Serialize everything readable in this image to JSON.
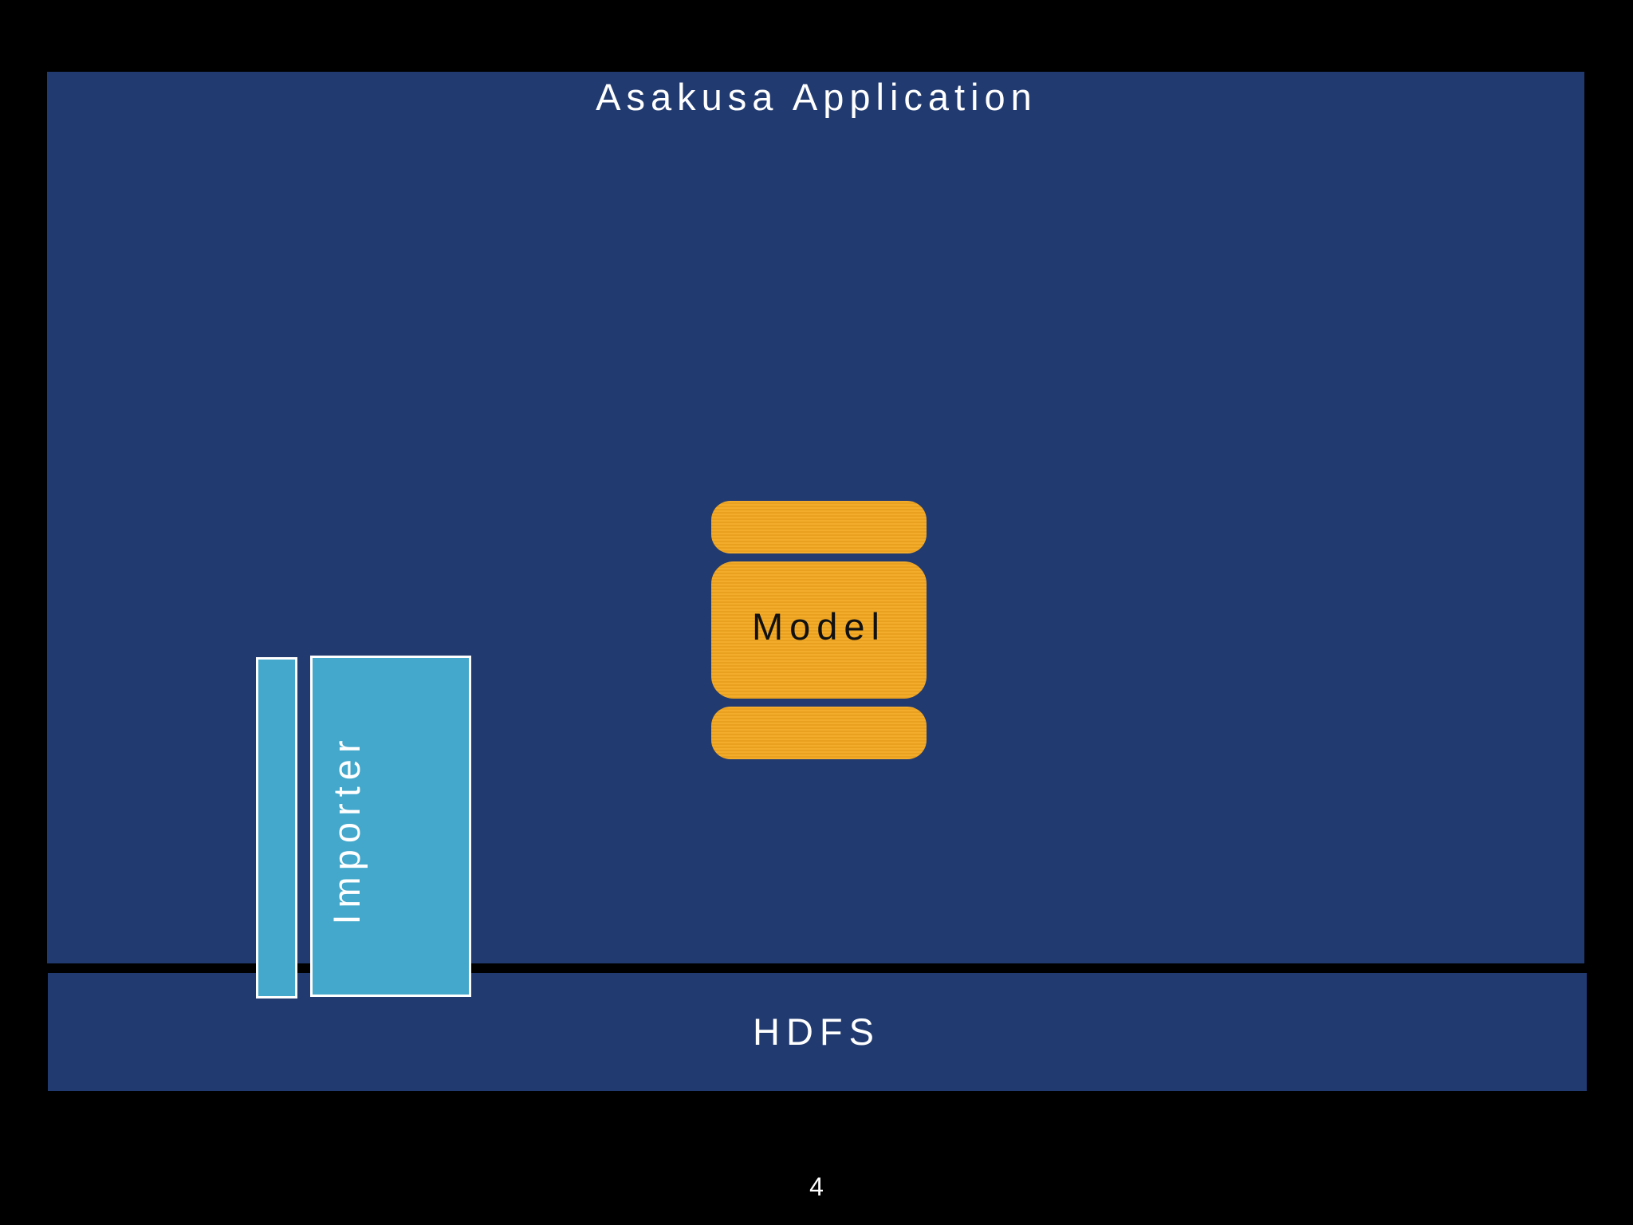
{
  "slide": {
    "app_title": "Asakusa Application",
    "storage_label": "HDFS",
    "model_label": "Model",
    "importer_label": "Importer",
    "page_number": "4"
  },
  "colors": {
    "background": "#000000",
    "panel": "#213a70",
    "model": "#f2a71f",
    "importer": "#43a8cb",
    "text_light": "#ffffff",
    "text_dark": "#111111"
  }
}
